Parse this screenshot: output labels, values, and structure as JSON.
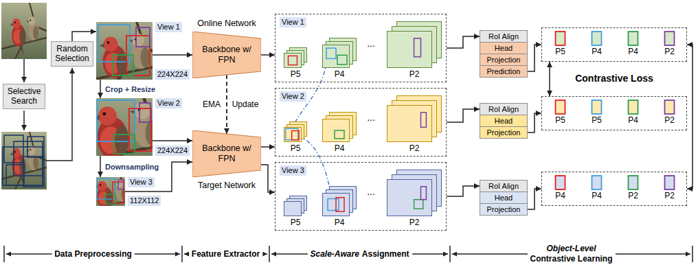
{
  "diagram": {
    "nodes": [
      {
        "text": [
          "Selective Search"
        ]
      },
      {
        "text": [
          "Random Selection"
        ]
      },
      {
        "text": [
          "View 1",
          "224X224"
        ]
      },
      {
        "text": [
          "View 2",
          "224X224"
        ]
      },
      {
        "text": [
          "View 3",
          "112X112"
        ]
      },
      {
        "text": [
          "Online Network",
          "Backbone w/ FPN"
        ]
      },
      {
        "text": [
          "Backbone w/ FPN",
          "Target Network"
        ]
      },
      {
        "text": [
          "View 1"
        ]
      },
      {
        "text": [
          "P5"
        ],
        "in": 7
      },
      {
        "text": [
          "P4"
        ],
        "in": 7
      },
      {
        "text": [
          "P2"
        ],
        "in": 7
      },
      {
        "text": [
          "View 2"
        ]
      },
      {
        "text": [
          "P5"
        ],
        "in": 11
      },
      {
        "text": [
          "P4"
        ],
        "in": 11
      },
      {
        "text": [
          "P2"
        ],
        "in": 11
      },
      {
        "text": [
          "View 3"
        ]
      },
      {
        "text": [
          "P5"
        ],
        "in": 15
      },
      {
        "text": [
          "P4"
        ],
        "in": 15
      },
      {
        "text": [
          "P2"
        ],
        "in": 15
      },
      {
        "text": [
          "RoI Align"
        ]
      },
      {
        "text": [
          "Head"
        ]
      },
      {
        "text": [
          "Projection"
        ]
      },
      {
        "text": [
          "Prediction"
        ]
      },
      {
        "text": [
          "RoI Align"
        ]
      },
      {
        "text": [
          "Head"
        ]
      },
      {
        "text": [
          "Projection"
        ]
      },
      {
        "text": [
          "RoI Align"
        ]
      },
      {
        "text": [
          "Head"
        ]
      },
      {
        "text": [
          "Projection"
        ]
      },
      {
        "text": [
          "P5",
          "P4",
          "P4",
          "P2"
        ]
      },
      {
        "text": [
          "P5",
          "P5",
          "P4",
          "P2"
        ]
      },
      {
        "text": [
          "P4",
          "P4",
          "P2",
          "P2"
        ]
      }
    ],
    "edges": [
      {
        "from": 1,
        "to": 2,
        "arrow": "to"
      },
      {
        "from": 2,
        "to": 3,
        "label": "Crop + Resize",
        "arrow": "to"
      },
      {
        "from": 3,
        "to": 4,
        "label": "Downsampling",
        "arrow": "to"
      },
      {
        "from": 2,
        "to": 5,
        "arrow": "to"
      },
      {
        "from": 3,
        "to": 6,
        "arrow": "to"
      },
      {
        "from": 4,
        "to": 6,
        "arrow": "to"
      },
      {
        "from": 5,
        "to": 6,
        "arrow": "to"
      },
      {
        "from": 5,
        "to": 7,
        "arrow": "to"
      },
      {
        "from": 6,
        "to": 11,
        "arrow": "to"
      },
      {
        "from": 6,
        "to": 15,
        "arrow": "to"
      },
      {
        "from": 7,
        "to": 19,
        "arrow": "to"
      },
      {
        "from": 11,
        "to": 23,
        "arrow": "to"
      },
      {
        "from": 15,
        "to": 26,
        "arrow": "to"
      },
      {
        "from": 22,
        "to": 29,
        "arrow": "to"
      },
      {
        "from": 25,
        "to": 30,
        "arrow": "to"
      },
      {
        "from": 28,
        "to": 31,
        "arrow": "to"
      },
      {
        "from": 29,
        "to": 30,
        "arrow": "both"
      },
      {
        "from": 29,
        "to": 31,
        "arrow": "both"
      }
    ],
    "labels": [
      "EMA",
      "Update",
      "...",
      "...",
      "...",
      "Contrastive Loss",
      "Data Preprocessing",
      "Feature Extractor",
      "Scale-Aware",
      "Assignment",
      "Object-Level",
      "Contrastive Learning"
    ]
  }
}
